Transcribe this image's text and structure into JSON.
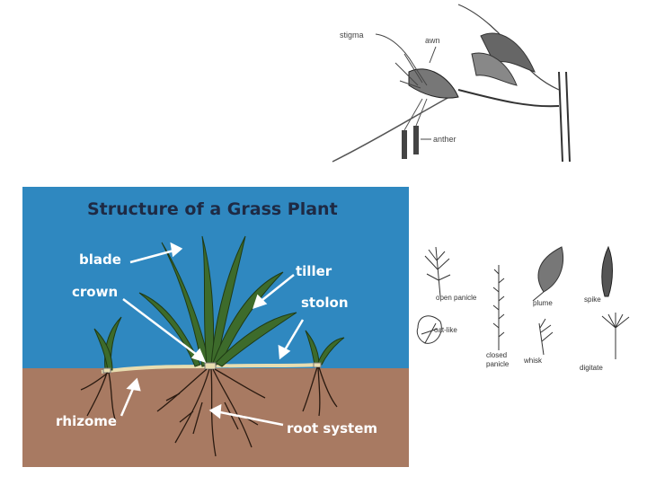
{
  "floret": {
    "labels": {
      "stigma": "stigma",
      "awn": "awn",
      "anther": "anther"
    }
  },
  "grass": {
    "title": "Structure of a Grass Plant",
    "labels": {
      "blade": "blade",
      "crown": "crown",
      "tiller": "tiller",
      "stolon": "stolon",
      "rhizome": "rhizome",
      "root_system": "root system"
    },
    "colors": {
      "background": "#2f88c0",
      "soil": "#a87a62",
      "leaf": "#3d6b2b",
      "stem": "#e8ddb0"
    }
  },
  "inflorescence": {
    "labels": {
      "open_panicle": "open panicle",
      "plume": "plume",
      "spike": "spike",
      "oat_like": "oat-like",
      "closed_panicle_1": "closed",
      "closed_panicle_2": "panicle",
      "whisk": "whisk",
      "digitate": "digitate"
    }
  }
}
